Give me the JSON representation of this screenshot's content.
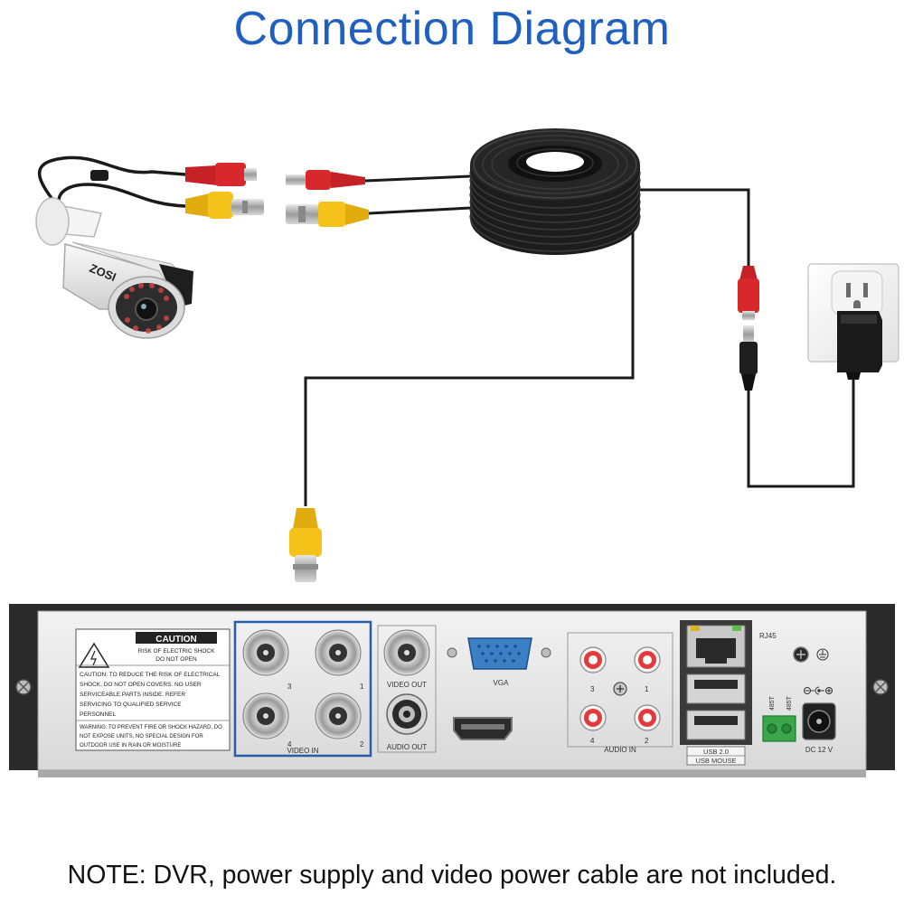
{
  "title": "Connection Diagram",
  "note": "NOTE: DVR, power supply and video power cable are not included.",
  "camera": {
    "brand": "ZOSI"
  },
  "dvr": {
    "caution": {
      "heading": "CAUTION",
      "sub1": "RISK OF ELECTRIC SHOCK",
      "sub2": "DO NOT OPEN",
      "body": [
        "CAUTION: TO REDUCE THE RISK OF ELECTRICAL",
        "SHOCK, DO NOT OPEN COVERS. NO USER",
        "SERVICEABLE PARTS INSIDE. REFER",
        "SERVICING TO QUALIFIED SERVICE",
        "PERSONNEL"
      ],
      "warning": [
        "WARNING: TO PREVENT FIRE OR SHOCK HAZARD, DO",
        "NOT EXPOSE UNITS, NO SPECIAL DESIGN FOR",
        "OUTDOOR USE IN RAIN OR MOISTURE"
      ]
    },
    "video_in": {
      "label": "VIDEO IN",
      "ports": [
        "3",
        "1",
        "4",
        "2"
      ]
    },
    "video_out": "VIDEO OUT",
    "audio_out": "AUDIO OUT",
    "vga": "VGA",
    "audio_in": {
      "label": "AUDIO IN",
      "ports": [
        "3",
        "1",
        "4",
        "2"
      ]
    },
    "rj45": "RJ45",
    "usb": "USB 2.0",
    "usb_mouse": "USB MOUSE",
    "rs485_a": "485T",
    "rs485_b": "485T",
    "dc": "DC 12 V"
  },
  "colors": {
    "title": "#1f5fbf",
    "cable": "#1a1a1a",
    "yellow": "#f5c21a",
    "red": "#d8282c",
    "port_highlight": "#2a5da8",
    "vga_blue": "#3b7fc4",
    "terminal_green": "#3aa84a"
  }
}
